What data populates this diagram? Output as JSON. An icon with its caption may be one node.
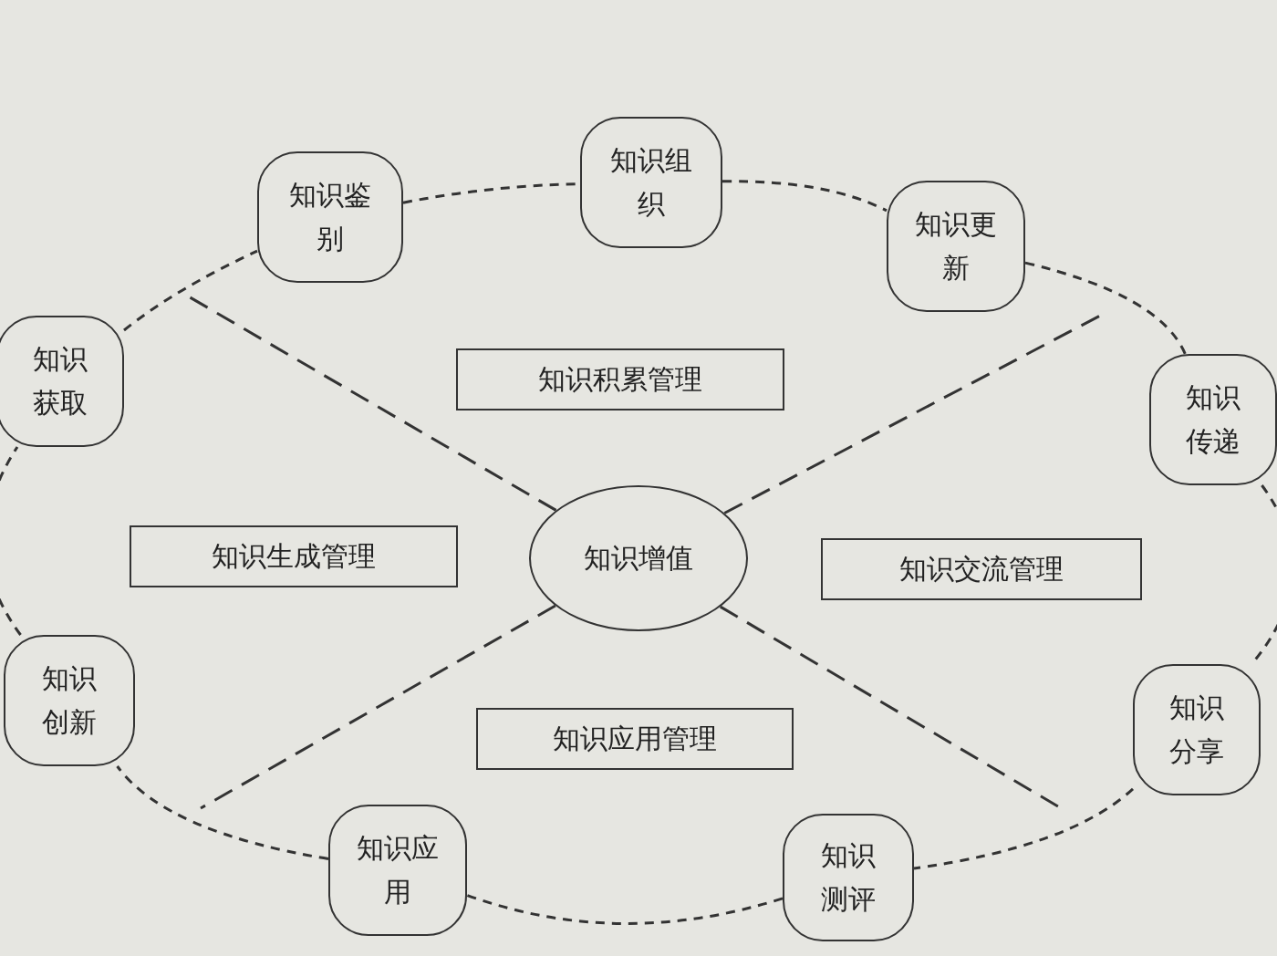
{
  "diagram": {
    "nodes": [
      {
        "text": [
          "知识鉴别"
        ]
      },
      {
        "text": [
          "知识组织"
        ]
      },
      {
        "text": [
          "知识更新"
        ]
      },
      {
        "text": [
          "知识获取"
        ]
      },
      {
        "text": [
          "知识传递"
        ]
      },
      {
        "text": [
          "知识积累管理"
        ]
      },
      {
        "text": [
          "知识生成管理"
        ]
      },
      {
        "text": [
          "知识增值"
        ]
      },
      {
        "text": [
          "知识交流管理"
        ]
      },
      {
        "text": [
          "知识创新"
        ]
      },
      {
        "text": [
          "知识分享"
        ]
      },
      {
        "text": [
          "知识应用管理"
        ]
      },
      {
        "text": [
          "知识应用"
        ]
      },
      {
        "text": [
          "知识测评"
        ]
      }
    ],
    "edges": [
      {
        "from": 3,
        "to": 0,
        "arrow": "none",
        "style": "dashed"
      },
      {
        "from": 0,
        "to": 1,
        "arrow": "none",
        "style": "dashed"
      },
      {
        "from": 1,
        "to": 2,
        "arrow": "none",
        "style": "dashed"
      },
      {
        "from": 2,
        "to": 4,
        "arrow": "none",
        "style": "dashed"
      },
      {
        "from": 4,
        "to": 10,
        "arrow": "none",
        "style": "dashed"
      },
      {
        "from": 10,
        "to": 13,
        "arrow": "none",
        "style": "dashed"
      },
      {
        "from": 13,
        "to": 12,
        "arrow": "none",
        "style": "dashed"
      },
      {
        "from": 12,
        "to": 9,
        "arrow": "none",
        "style": "dashed"
      },
      {
        "from": 9,
        "to": 3,
        "arrow": "none",
        "style": "dashed"
      },
      {
        "from": 7,
        "to": null,
        "arrow": "none",
        "style": "dashed"
      },
      {
        "from": 7,
        "to": null,
        "arrow": "none",
        "style": "dashed"
      },
      {
        "from": 7,
        "to": null,
        "arrow": "none",
        "style": "dashed"
      },
      {
        "from": 7,
        "to": null,
        "arrow": "none",
        "style": "dashed"
      }
    ]
  }
}
